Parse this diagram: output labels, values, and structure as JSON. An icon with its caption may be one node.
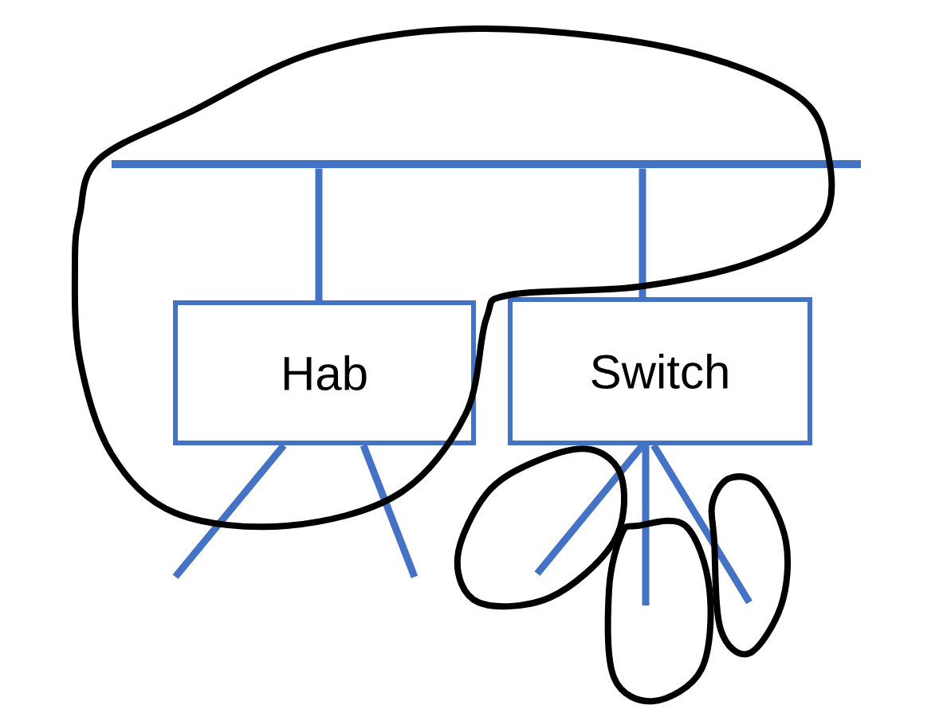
{
  "diagram": {
    "nodes": [
      {
        "text": [],
        "shape": "bar"
      },
      {
        "text": [
          "Hab"
        ]
      },
      {
        "text": [
          "Switch"
        ]
      }
    ],
    "edges": [
      {
        "from": 0,
        "to": 1,
        "arrow": "none"
      },
      {
        "from": 0,
        "to": 2,
        "arrow": "none"
      },
      {
        "from": 1,
        "to": null,
        "arrow": "none"
      },
      {
        "from": 1,
        "to": null,
        "arrow": "none"
      },
      {
        "from": 2,
        "to": null,
        "arrow": "none"
      },
      {
        "from": 2,
        "to": null,
        "arrow": "none"
      },
      {
        "from": 2,
        "to": null,
        "arrow": "none"
      }
    ]
  }
}
